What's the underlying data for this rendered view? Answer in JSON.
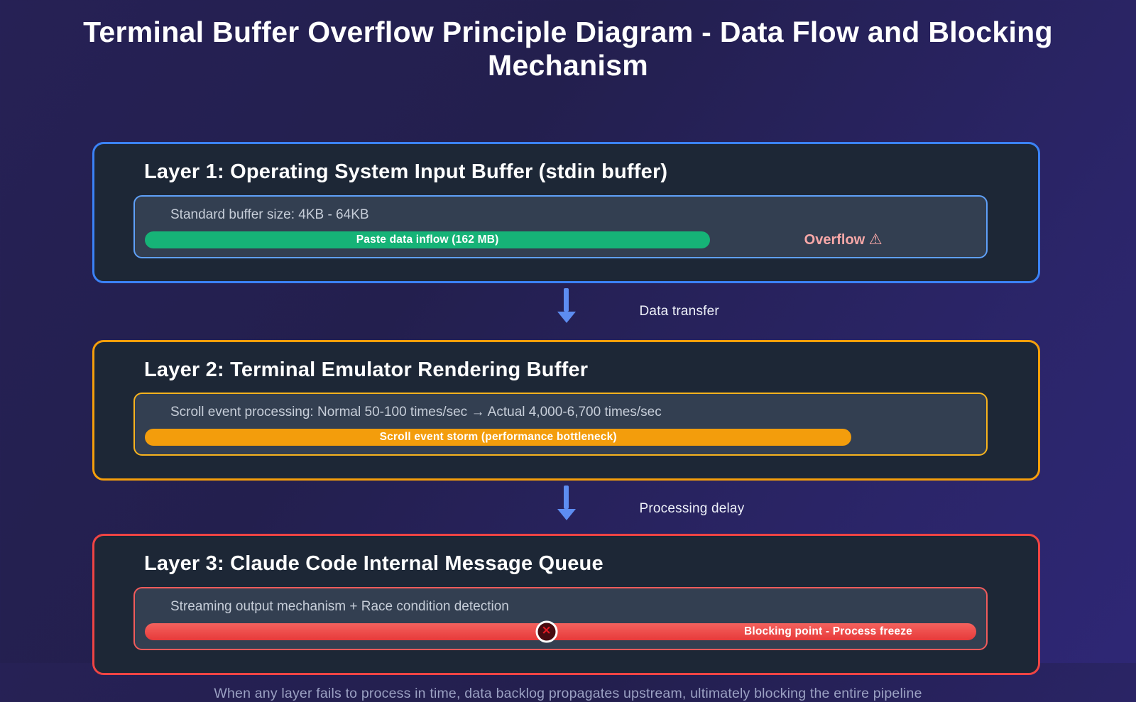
{
  "page": {
    "title": "Terminal Buffer Overflow Principle Diagram - Data Flow and Blocking Mechanism",
    "footer": "When any layer fails to process in time, data backlog propagates upstream, ultimately blocking the entire pipeline"
  },
  "theme": {
    "arrow_color": "#5d8df1",
    "warning_text_color": "#f9a8a8",
    "background_top": "#262155",
    "background_bottom": "#2e2775"
  },
  "connectors": [
    {
      "label": "Data transfer",
      "icon": "arrow-down"
    },
    {
      "label": "Processing delay",
      "icon": "arrow-down"
    }
  ],
  "layers": [
    {
      "title": "Layer 1: Operating System Input Buffer (stdin buffer)",
      "info": "Standard buffer size: 4KB - 64KB",
      "bar": {
        "label": "Paste data inflow (162 MB)",
        "percent": 68,
        "color": "#16b377"
      },
      "side_label": "Overflow",
      "side_icon": "⚠",
      "colors": {
        "border": "#3b82f6",
        "inner_border": "#5fa0f8"
      }
    },
    {
      "title": "Layer 2: Terminal Emulator Rendering Buffer",
      "info": "Scroll event processing: Normal 50-100 times/sec → Actual 4,000-6,700 times/sec",
      "bar": {
        "label": "Scroll event storm (performance bottleneck)",
        "percent": 85,
        "color": "#f39d0c"
      },
      "colors": {
        "border": "#f59e0b",
        "inner_border": "#f8b31e"
      }
    },
    {
      "title": "Layer 3: Claude Code Internal Message Queue",
      "info": "Streaming output mechanism + Race condition detection",
      "bar": {
        "label": "Blocking point - Process freeze",
        "percent": 100,
        "color": "linear-gradient(180deg,#f4625e 0%,#e73a3a 100%)"
      },
      "blocker_icon": "✕",
      "colors": {
        "border": "#ef4444",
        "inner_border": "#f15b5b"
      }
    }
  ]
}
